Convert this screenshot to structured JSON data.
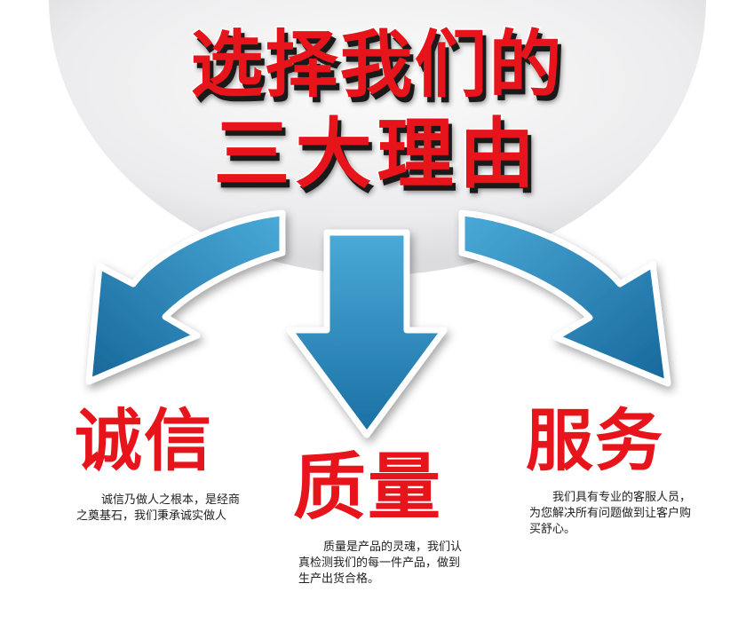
{
  "headline": {
    "line1": "选择我们的",
    "line2": "三大理由"
  },
  "pillars": [
    {
      "title": "诚信",
      "text": "诚信乃做人之根本，是经商之奠基石，我们秉承诚实做人"
    },
    {
      "title": "质量",
      "text": "质量是产品的灵魂，我们认真检测我们的每一件产品，做到生产出货合格。"
    },
    {
      "title": "服务",
      "text": "我们具有专业的客服人员，为您解决所有问题做到让客户购买舒心。"
    }
  ],
  "colors": {
    "accent_red": "#e8141b",
    "arrow_blue": "#1e7fb0",
    "arrow_blue_light": "#3fa3d3",
    "backdrop_gray": "#e9e9ec"
  },
  "icons": [
    "arrow-down-left-icon",
    "arrow-down-icon",
    "arrow-down-right-icon"
  ]
}
